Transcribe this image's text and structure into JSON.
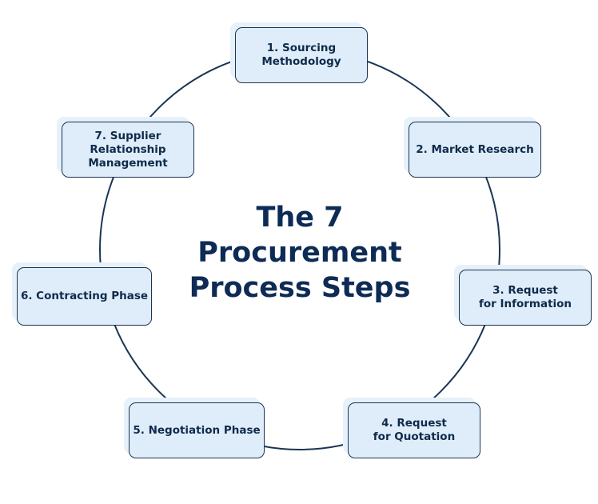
{
  "title": "The 7\nProcurement\nProcess Steps",
  "steps": [
    {
      "label": "1. Sourcing\nMethodology"
    },
    {
      "label": "2. Market Research"
    },
    {
      "label": "3. Request\nfor Information"
    },
    {
      "label": "4. Request\nfor Quotation"
    },
    {
      "label": "5. Negotiation Phase"
    },
    {
      "label": "6. Contracting Phase"
    },
    {
      "label": "7. Supplier\nRelationship\nManagement"
    }
  ],
  "colors": {
    "line": "#1b3553",
    "fill": "#deedf9",
    "text": "#0d2b55"
  }
}
